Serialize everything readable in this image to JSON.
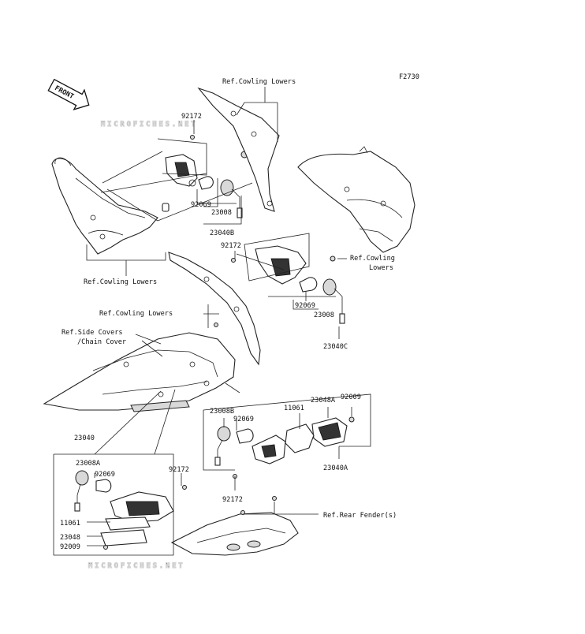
{
  "diagram": {
    "code": "F2730",
    "front_badge": "FRONT",
    "watermark": "MICROFICHES.NET",
    "labels": {
      "ref_cowling_top": "Ref.Cowling Lowers",
      "p92172_a": "92172",
      "p92069_a": "92069",
      "p23008_a": "23008",
      "p23040B": "23040B",
      "p92172_b": "92172",
      "ref_cowling_left": "Ref.Cowling Lowers",
      "ref_cowling_right_1": "Ref.Cowling",
      "ref_cowling_right_2": "Lowers",
      "p92069_b": "92069",
      "p23008_b": "23008",
      "p23040C": "23040C",
      "ref_cowling_mid": "Ref.Cowling Lowers",
      "ref_side_1": "Ref.Side Covers",
      "ref_side_2": "/Chain Cover",
      "p11061_a": "11061",
      "p23048A": "23048A",
      "p92009_a": "92009",
      "p23008B": "23008B",
      "p92069_c": "92069",
      "p23040A": "23040A",
      "p23040": "23040",
      "p23008A": "23008A",
      "p92069_d": "92069",
      "p92172_c": "92172",
      "p92172_d": "92172",
      "ref_rear_fender": "Ref.Rear Fender(s)",
      "p11061_b": "11061",
      "p23048": "23048",
      "p92009_b": "92009"
    }
  }
}
